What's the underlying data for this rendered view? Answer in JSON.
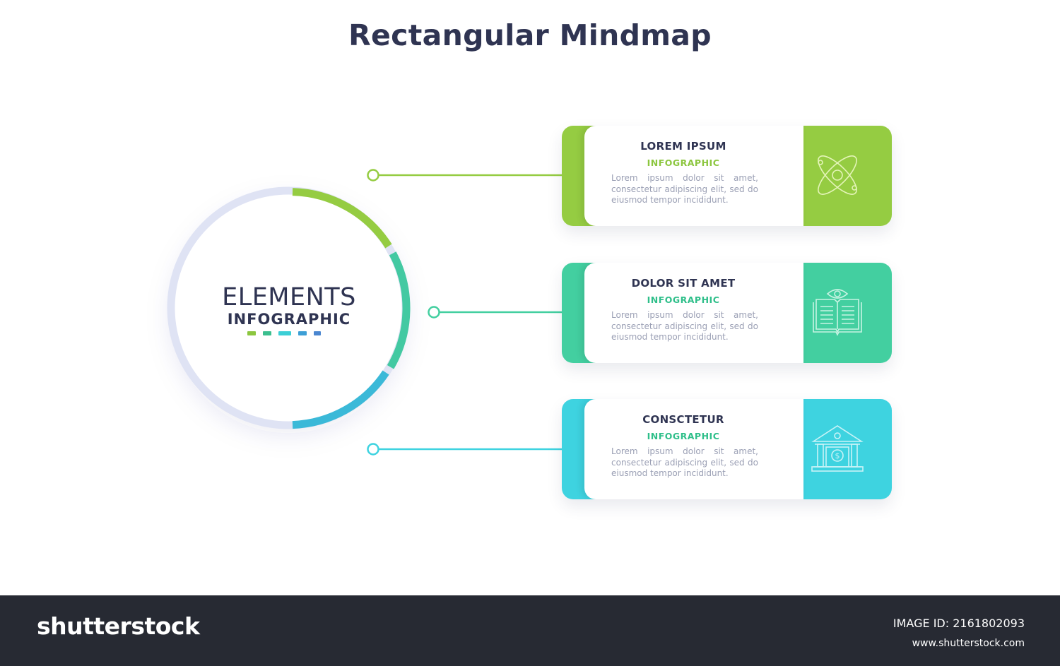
{
  "title": "Rectangular Mindmap",
  "center": {
    "title": "ELEMENTS",
    "subtitle": "INFOGRAPHIC",
    "dash_colors": [
      "#8cc63f",
      "#3cbf8f",
      "#3ccfd6",
      "#3d9fd6",
      "#4a86d0"
    ]
  },
  "colors": {
    "green": "#95cc42",
    "teal": "#43cfa0",
    "cyan": "#3ed3e0",
    "ring_inactive": "#dfe3f4",
    "text_dark": "#2f3452"
  },
  "cards": [
    {
      "heading": "LOREM IPSUM",
      "subheading": "INFOGRAPHIC",
      "body": "Lorem ipsum dolor sit amet, consectetur adipiscing elit, sed do eiusmod tempor incididunt.",
      "color": "#95cc42",
      "sub_color": "#8cc63f",
      "icon": "atom-icon"
    },
    {
      "heading": "DOLOR SIT AMET",
      "subheading": "INFOGRAPHIC",
      "body": "Lorem ipsum dolor sit amet, consectetur adipiscing elit, sed do eiusmod tempor incididunt.",
      "color": "#43cfa0",
      "sub_color": "#2fbf8a",
      "icon": "open-book-eye-icon"
    },
    {
      "heading": "CONSCTETUR",
      "subheading": "INFOGRAPHIC",
      "body": "Lorem ipsum dolor sit amet, consectetur adipiscing elit, sed do eiusmod tempor incididunt.",
      "color": "#3ed3e0",
      "sub_color": "#2fbf8a",
      "icon": "bank-icon"
    }
  ],
  "footer": {
    "brand": "shutterstock",
    "image_id": "IMAGE ID: 2161802093",
    "site": "www.shutterstock.com"
  }
}
